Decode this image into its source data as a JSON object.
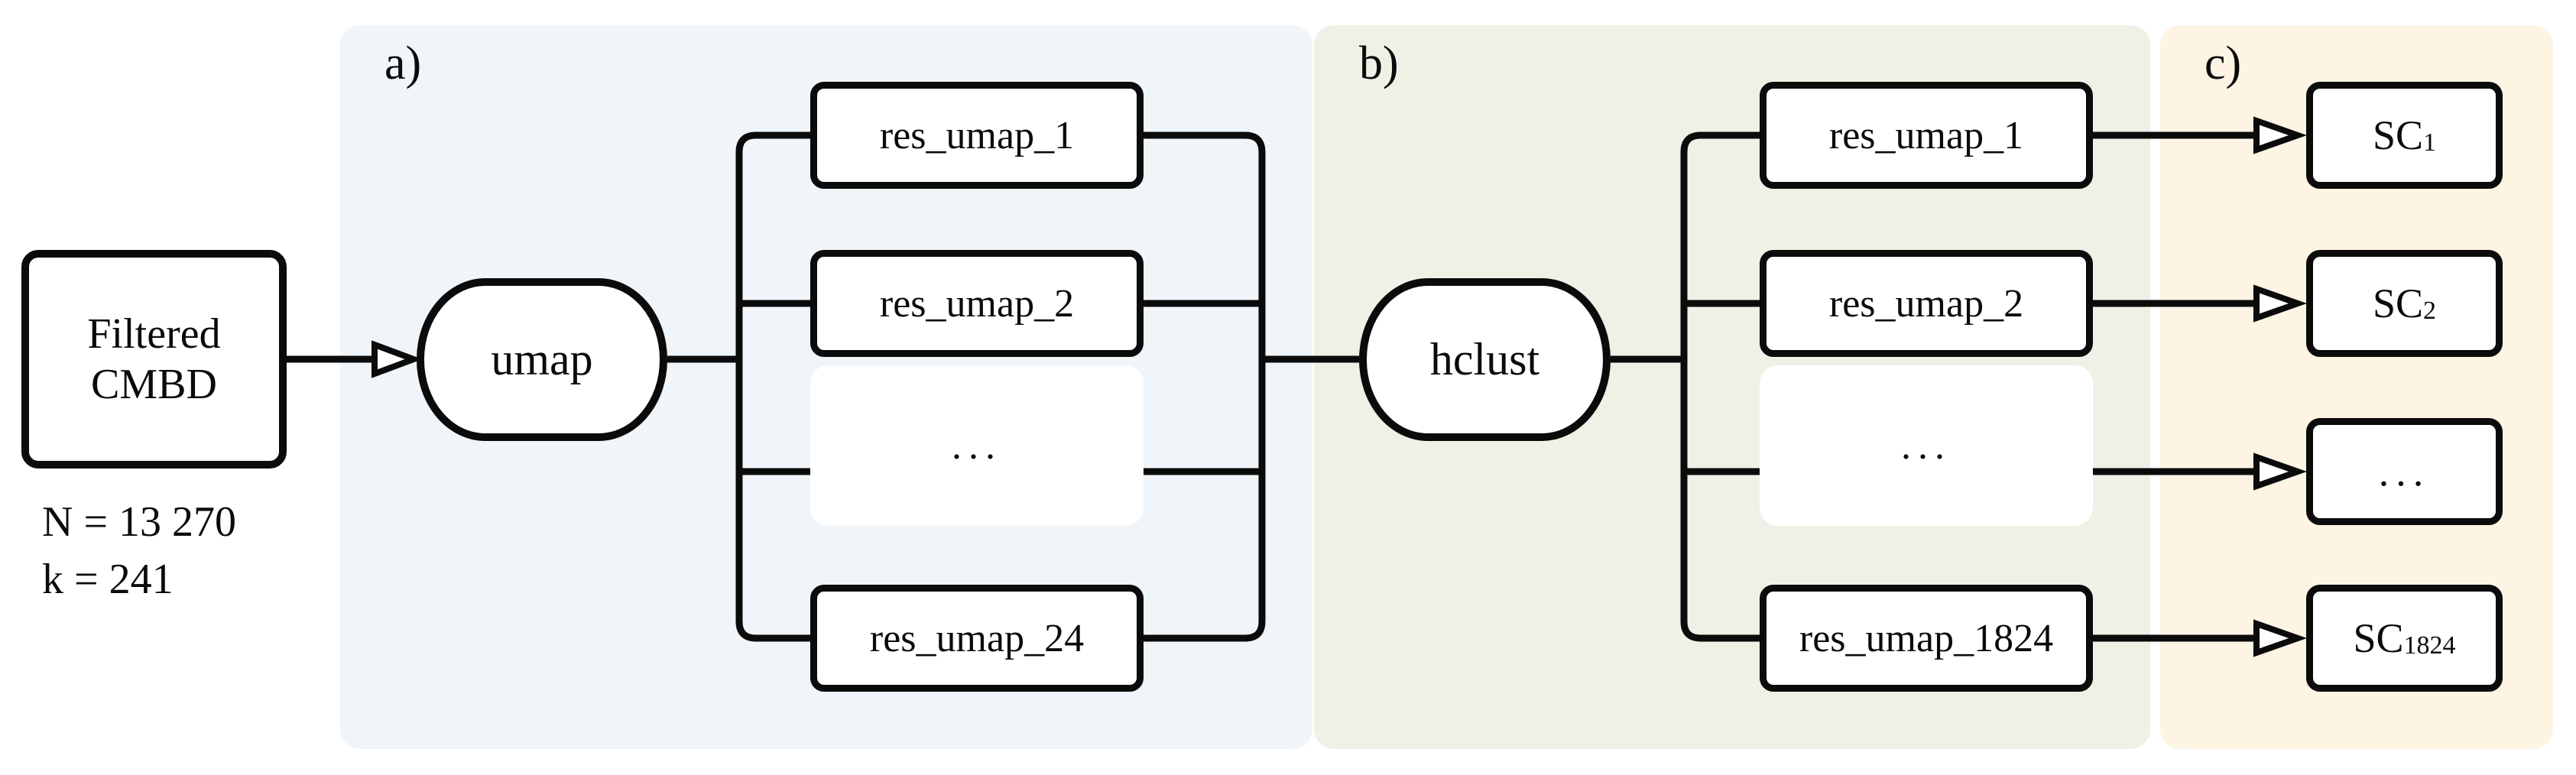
{
  "diagram": {
    "source": {
      "name_line1": "Filtered",
      "name_line2": "CMBD",
      "annotations": [
        "N = 13 270",
        "k = 241"
      ]
    },
    "sections": {
      "a": {
        "label": "a)",
        "bg_color": "#f0f5f9",
        "process": "umap",
        "outputs": [
          "res_umap_1",
          "res_umap_2",
          "...",
          "res_umap_24"
        ]
      },
      "b": {
        "label": "b)",
        "bg_color": "#eef2e6",
        "process": "hclust",
        "outputs": [
          "res_umap_1",
          "res_umap_2",
          "...",
          "res_umap_1824"
        ]
      },
      "c": {
        "label": "c)",
        "bg_color": "#fdf4e4",
        "outputs": [
          {
            "base": "SC",
            "sub": "1"
          },
          {
            "base": "SC",
            "sub": "2"
          },
          {
            "base": "...",
            "sub": ""
          },
          {
            "base": "SC",
            "sub": "1824"
          }
        ]
      }
    },
    "colors": {
      "line": "#0b0b0b",
      "node_fill": "#ffffff",
      "page_background": "#ffffff"
    }
  }
}
